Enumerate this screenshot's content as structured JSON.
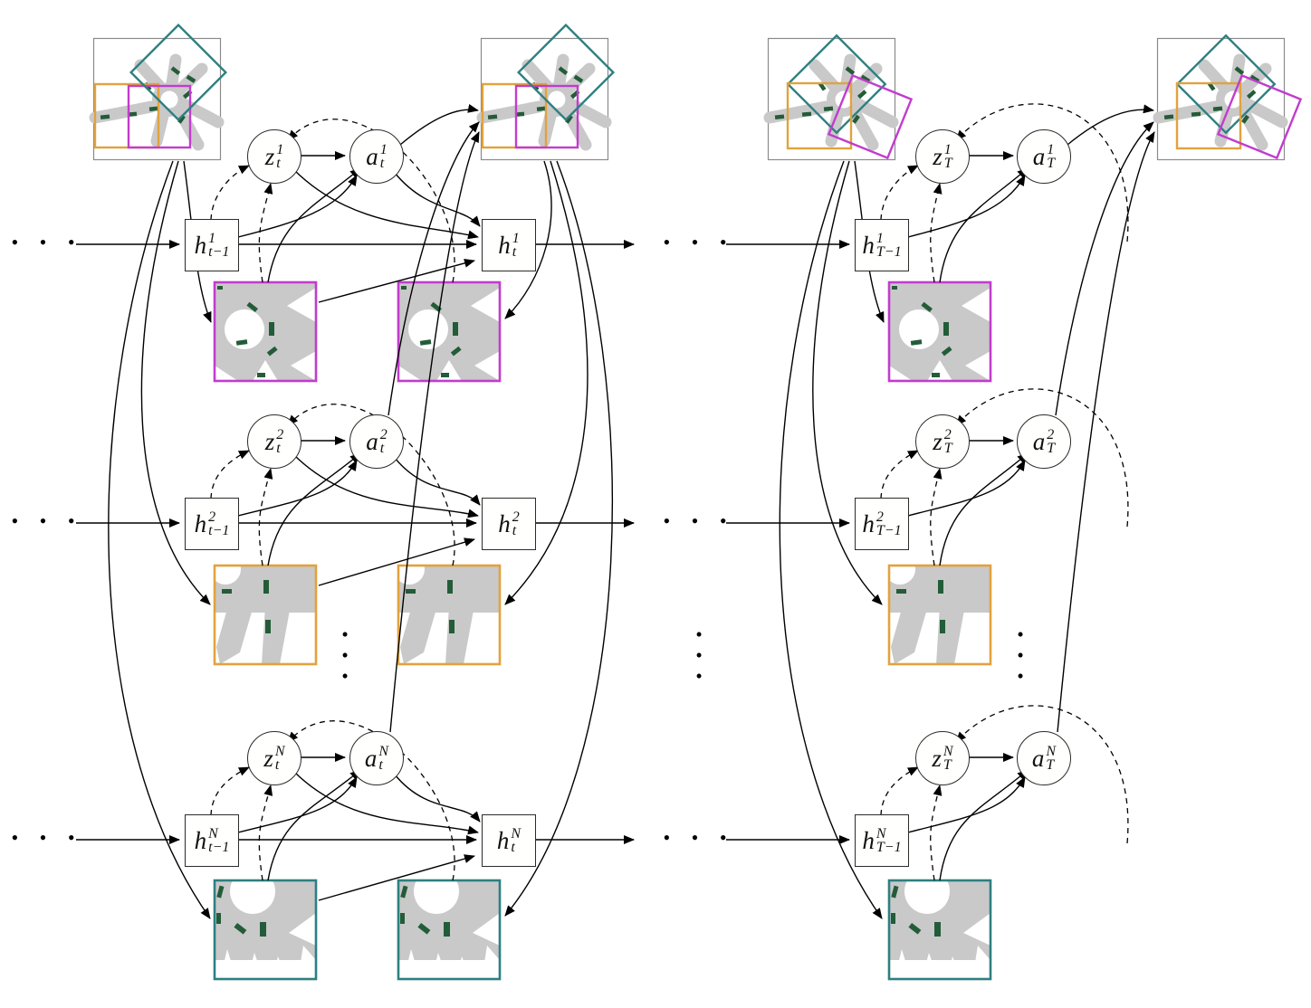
{
  "colors": {
    "teal": "#2e7f80",
    "orange": "#e2a23d",
    "magenta": "#c23ccd",
    "road": "#c9c9c9",
    "vehicle": "#235c38",
    "frame": "#8a8a8a",
    "line": "#000000"
  },
  "ellipsis_h": "• • •",
  "ellipsis_v": "•\n•\n•",
  "left": {
    "rows": [
      {
        "h_prev": {
          "base": "h",
          "sup": "1",
          "sub": "t−1"
        },
        "z": {
          "base": "z",
          "sup": "1",
          "sub": "t"
        },
        "a": {
          "base": "a",
          "sup": "1",
          "sub": "t"
        },
        "h": {
          "base": "h",
          "sup": "1",
          "sub": "t"
        }
      },
      {
        "h_prev": {
          "base": "h",
          "sup": "2",
          "sub": "t−1"
        },
        "z": {
          "base": "z",
          "sup": "2",
          "sub": "t"
        },
        "a": {
          "base": "a",
          "sup": "2",
          "sub": "t"
        },
        "h": {
          "base": "h",
          "sup": "2",
          "sub": "t"
        }
      },
      {
        "h_prev": {
          "base": "h",
          "sup": "N",
          "sub": "t−1"
        },
        "z": {
          "base": "z",
          "sup": "N",
          "sub": "t"
        },
        "a": {
          "base": "a",
          "sup": "N",
          "sub": "t"
        },
        "h": {
          "base": "h",
          "sup": "N",
          "sub": "t"
        }
      }
    ]
  },
  "right": {
    "rows": [
      {
        "h_prev": {
          "base": "h",
          "sup": "1",
          "sub": "T−1"
        },
        "z": {
          "base": "z",
          "sup": "1",
          "sub": "T"
        },
        "a": {
          "base": "a",
          "sup": "1",
          "sub": "T"
        }
      },
      {
        "h_prev": {
          "base": "h",
          "sup": "2",
          "sub": "T−1"
        },
        "z": {
          "base": "z",
          "sup": "2",
          "sub": "T"
        },
        "a": {
          "base": "a",
          "sup": "2",
          "sub": "T"
        }
      },
      {
        "h_prev": {
          "base": "h",
          "sup": "N",
          "sub": "T−1"
        },
        "z": {
          "base": "z",
          "sup": "N",
          "sub": "T"
        },
        "a": {
          "base": "a",
          "sup": "N",
          "sub": "T"
        }
      }
    ]
  }
}
